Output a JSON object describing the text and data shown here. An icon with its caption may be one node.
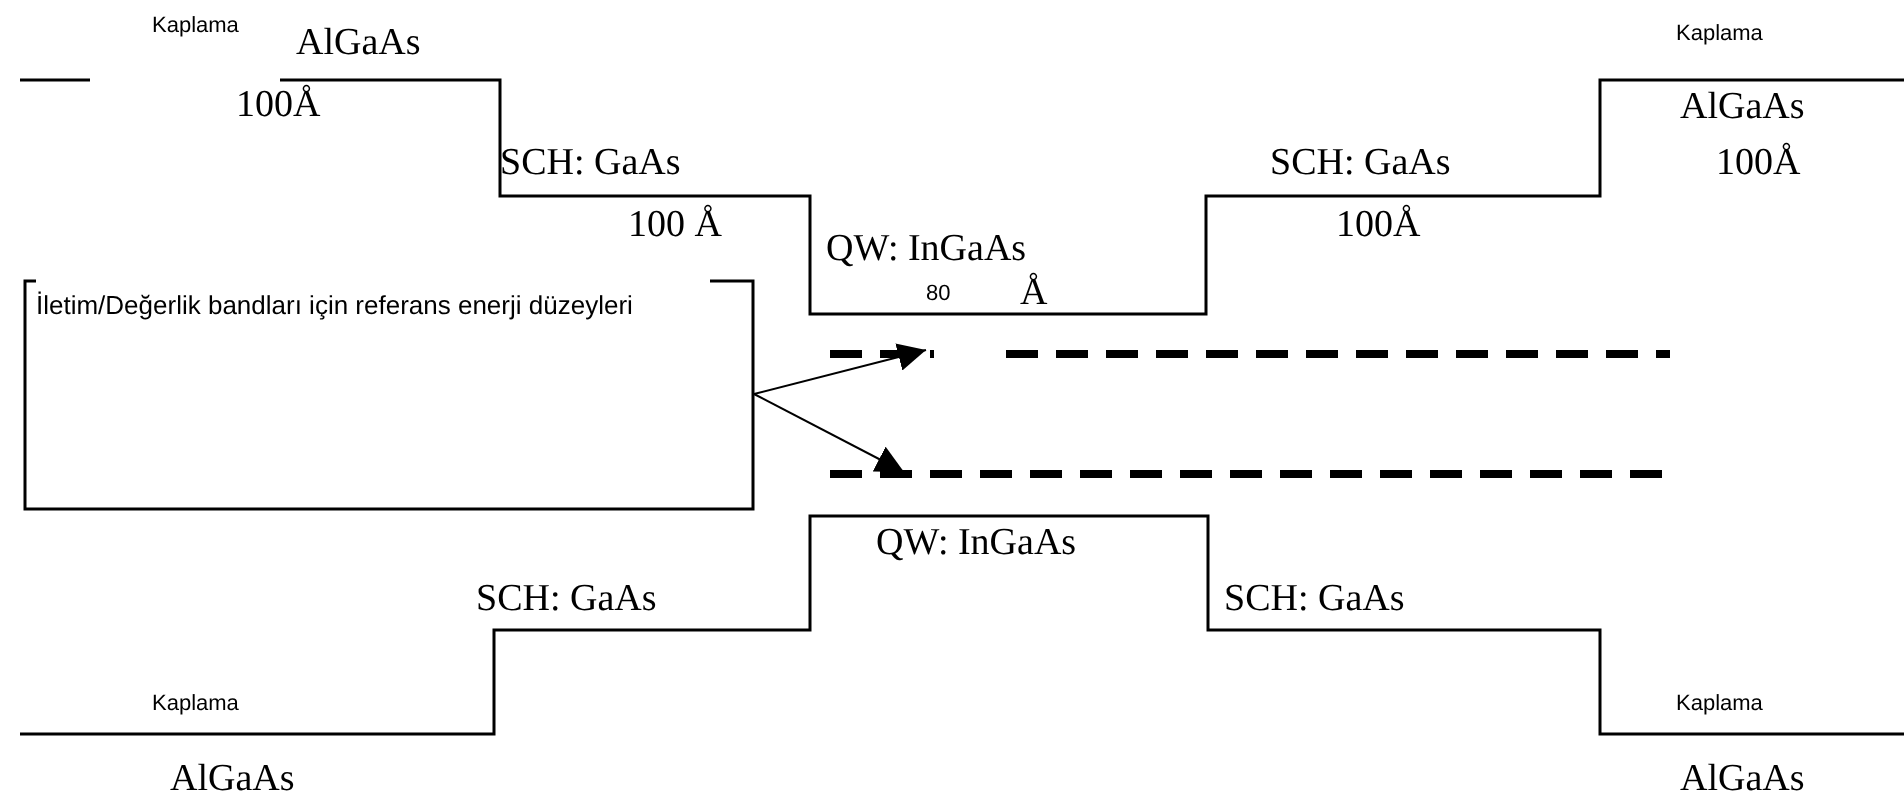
{
  "diagram": {
    "nodes": [
      {
        "text": [
          "İletim/Değerlik bandları için referans enerji düzeyleri"
        ]
      },
      {
        "text": [],
        "shape": "bar"
      },
      {
        "text": [],
        "shape": "bar"
      }
    ],
    "edges": [
      {
        "from": 0,
        "to": 1,
        "arrow": "to"
      },
      {
        "from": 0,
        "to": 2,
        "arrow": "to"
      }
    ],
    "labels": [
      "Kaplama",
      "AlGaAs",
      "Kaplama",
      "100Å",
      "AlGaAs",
      "SCH: GaAs",
      "SCH: GaAs",
      "100Å",
      "100 Å",
      "100Å",
      "QW: InGaAs",
      "80",
      "Å",
      "QW: InGaAs",
      "SCH: GaAs",
      "SCH: GaAs",
      "Kaplama",
      "Kaplama",
      "AlGaAs",
      "AlGaAs"
    ]
  }
}
